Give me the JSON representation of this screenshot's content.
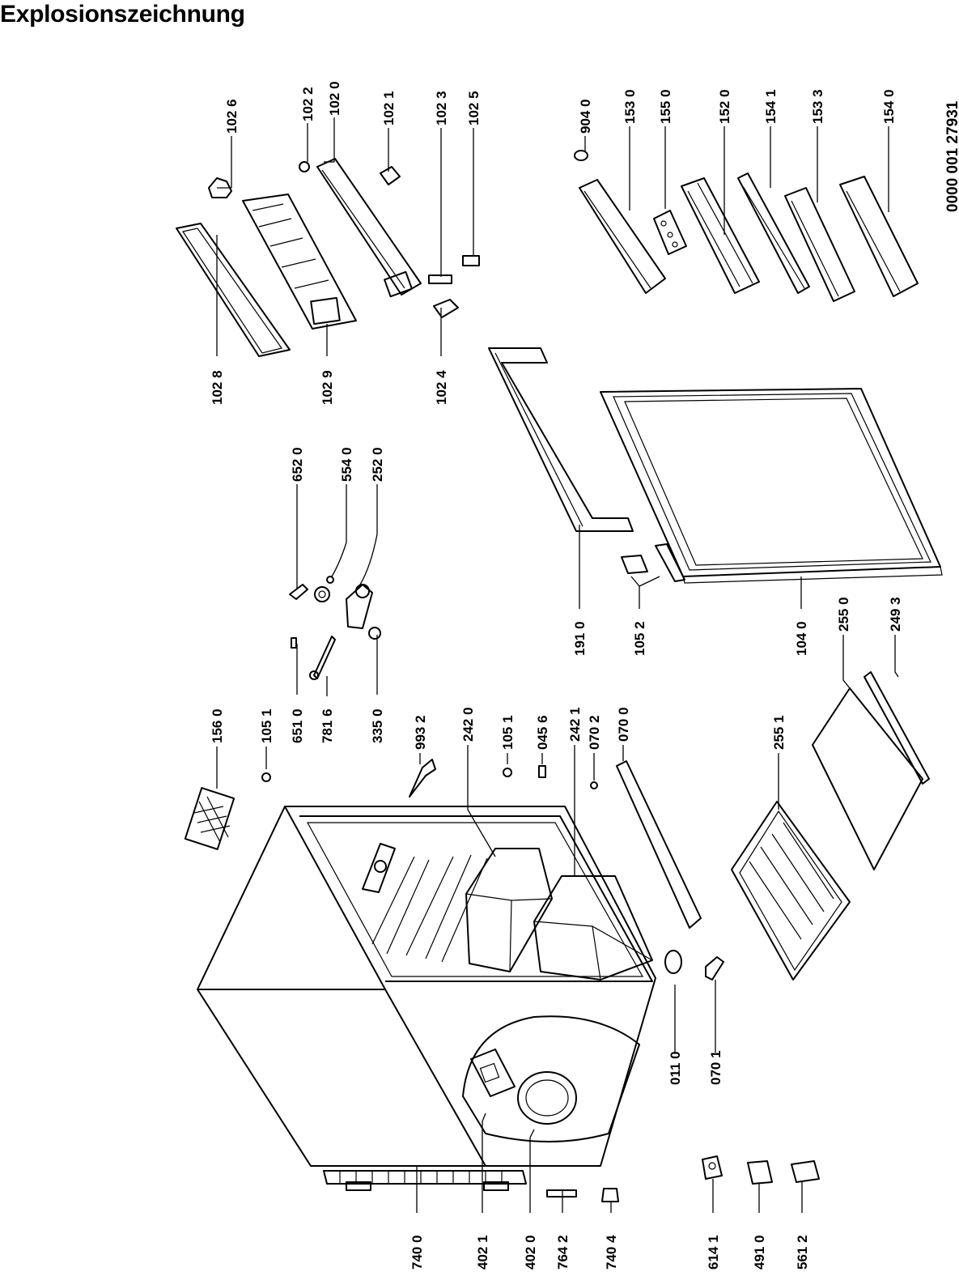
{
  "title": "Explosionszeichnung",
  "document_number": "0000 001 27931",
  "part_labels": [
    {
      "id": "l1026",
      "text": "102 6"
    },
    {
      "id": "l1022",
      "text": "102 2"
    },
    {
      "id": "l1020",
      "text": "102 0"
    },
    {
      "id": "l1021",
      "text": "102 1"
    },
    {
      "id": "l1023",
      "text": "102 3"
    },
    {
      "id": "l1025",
      "text": "102 5"
    },
    {
      "id": "l9040",
      "text": "904 0"
    },
    {
      "id": "l1530",
      "text": "153 0"
    },
    {
      "id": "l1550",
      "text": "155 0"
    },
    {
      "id": "l1520",
      "text": "152 0"
    },
    {
      "id": "l1541",
      "text": "154 1"
    },
    {
      "id": "l1533",
      "text": "153 3"
    },
    {
      "id": "l1540",
      "text": "154 0"
    },
    {
      "id": "l1028",
      "text": "102 8"
    },
    {
      "id": "l1029",
      "text": "102 9"
    },
    {
      "id": "l1024",
      "text": "102 4"
    },
    {
      "id": "l6520",
      "text": "652 0"
    },
    {
      "id": "l5540",
      "text": "554 0"
    },
    {
      "id": "l2520",
      "text": "252 0"
    },
    {
      "id": "l1910",
      "text": "191 0"
    },
    {
      "id": "l1052",
      "text": "105 2"
    },
    {
      "id": "l1040",
      "text": "104 0"
    },
    {
      "id": "l2550",
      "text": "255 0"
    },
    {
      "id": "l2493",
      "text": "249 3"
    },
    {
      "id": "l1560",
      "text": "156 0"
    },
    {
      "id": "l1051a",
      "text": "105 1"
    },
    {
      "id": "l6510",
      "text": "651 0"
    },
    {
      "id": "l7816",
      "text": "781 6"
    },
    {
      "id": "l3350",
      "text": "335 0"
    },
    {
      "id": "l9932",
      "text": "993 2"
    },
    {
      "id": "l2420",
      "text": "242 0"
    },
    {
      "id": "l1051b",
      "text": "105 1"
    },
    {
      "id": "l0456",
      "text": "045 6"
    },
    {
      "id": "l2421",
      "text": "242 1"
    },
    {
      "id": "l0702",
      "text": "070 2"
    },
    {
      "id": "l0700",
      "text": "070 0"
    },
    {
      "id": "l2551",
      "text": "255 1"
    },
    {
      "id": "l0110",
      "text": "011 0"
    },
    {
      "id": "l0701",
      "text": "070 1"
    },
    {
      "id": "l7400",
      "text": "740 0"
    },
    {
      "id": "l4021",
      "text": "402 1"
    },
    {
      "id": "l4020",
      "text": "402 0"
    },
    {
      "id": "l7642",
      "text": "764 2"
    },
    {
      "id": "l7404",
      "text": "740 4"
    },
    {
      "id": "l6141",
      "text": "614 1"
    },
    {
      "id": "l4910",
      "text": "491 0"
    },
    {
      "id": "l5612",
      "text": "561 2"
    }
  ]
}
